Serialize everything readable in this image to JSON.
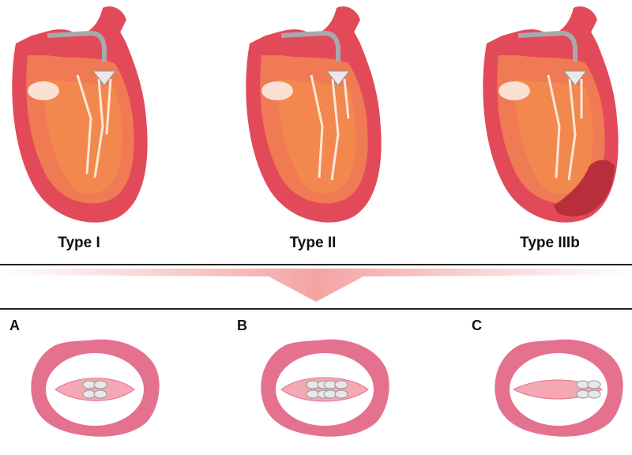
{
  "types": [
    {
      "label": "Type I",
      "lesion": "none"
    },
    {
      "label": "Type II",
      "lesion": "none"
    },
    {
      "label": "Type IIIb",
      "lesion": "infarct"
    }
  ],
  "clips": [
    {
      "letter": "A",
      "clip_count": 1
    },
    {
      "letter": "B",
      "clip_count": 2
    },
    {
      "letter": "C",
      "clip_count": 1
    }
  ],
  "colors": {
    "muscle_outer": "#e24a5a",
    "muscle_inner": "#ef7a53",
    "chamber": "#f2884e",
    "infarct": "#b82e3a",
    "valve_ring": "#e4728f",
    "valve_bg": "#ffffff",
    "clip": "#e8e8ea",
    "catheter": "#a9a9ad",
    "arrow": "#f29a9a"
  }
}
